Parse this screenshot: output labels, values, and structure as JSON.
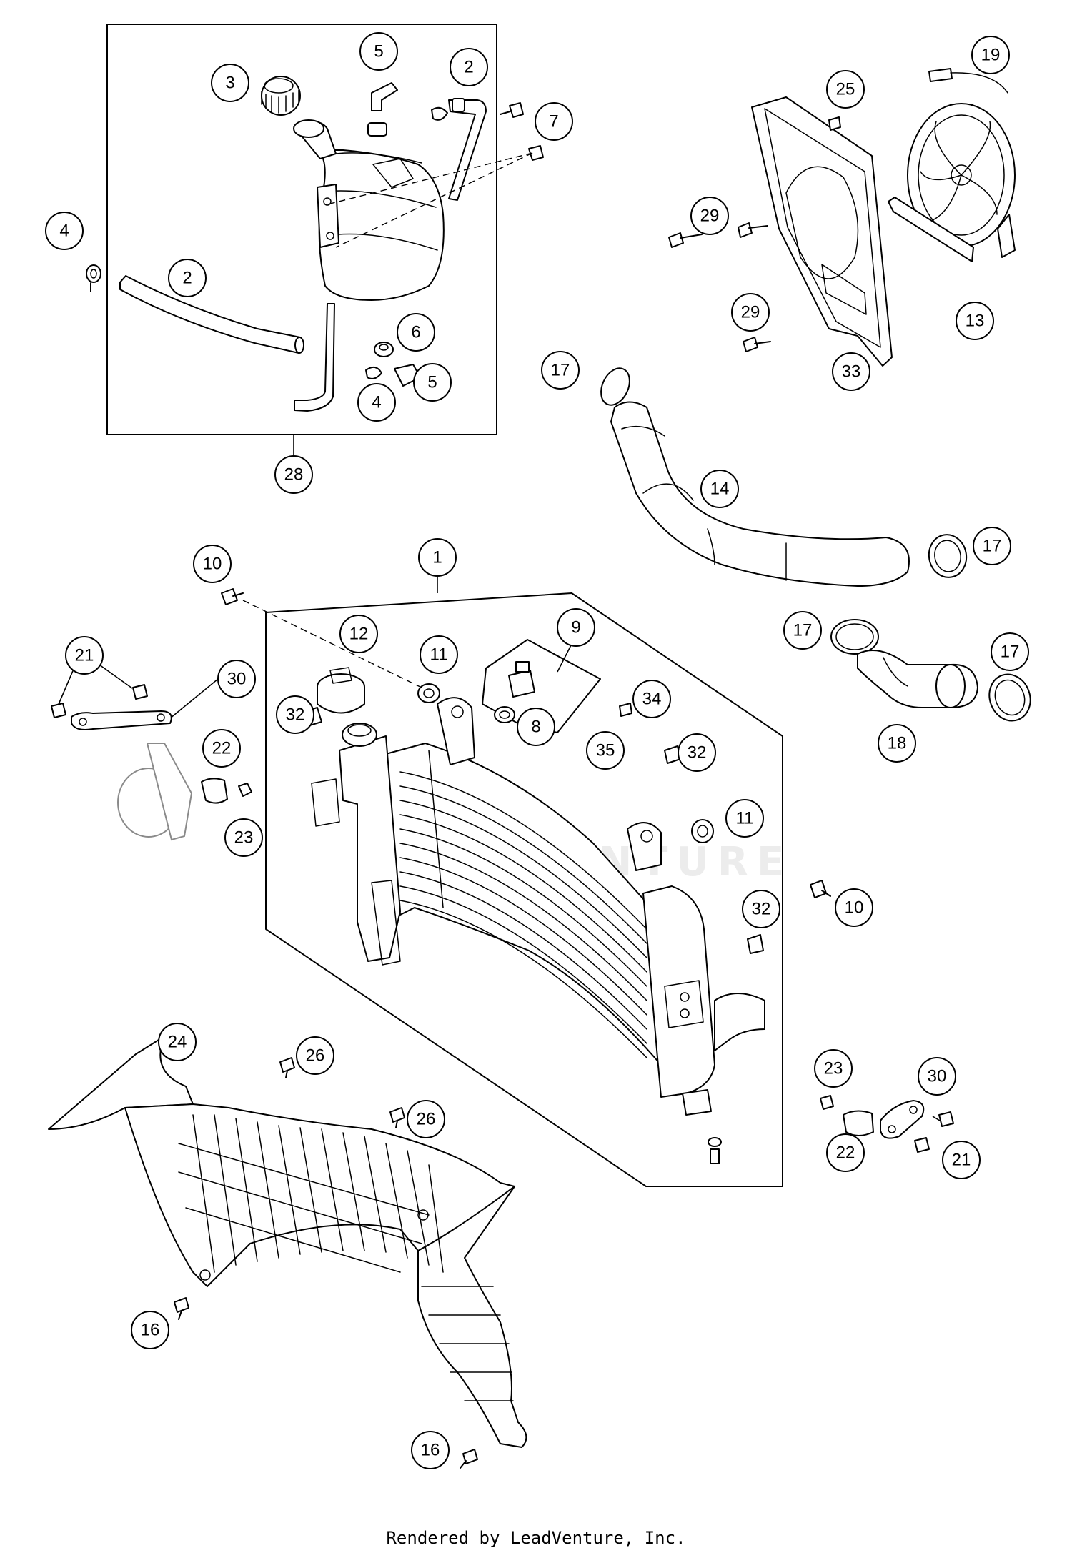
{
  "footer": {
    "credit": "Rendered by LeadVenture, Inc."
  },
  "callouts": [
    {
      "id": "c-3",
      "label": "3"
    },
    {
      "id": "c-5a",
      "label": "5"
    },
    {
      "id": "c-2a",
      "label": "2"
    },
    {
      "id": "c-7",
      "label": "7"
    },
    {
      "id": "c-4a",
      "label": "4"
    },
    {
      "id": "c-2b",
      "label": "2"
    },
    {
      "id": "c-6",
      "label": "6"
    },
    {
      "id": "c-5b",
      "label": "5"
    },
    {
      "id": "c-4b",
      "label": "4"
    },
    {
      "id": "c-28",
      "label": "28"
    },
    {
      "id": "c-25",
      "label": "25"
    },
    {
      "id": "c-19",
      "label": "19"
    },
    {
      "id": "c-29a",
      "label": "29"
    },
    {
      "id": "c-29b",
      "label": "29"
    },
    {
      "id": "c-13",
      "label": "13"
    },
    {
      "id": "c-33",
      "label": "33"
    },
    {
      "id": "c-17a",
      "label": "17"
    },
    {
      "id": "c-14",
      "label": "14"
    },
    {
      "id": "c-17b",
      "label": "17"
    },
    {
      "id": "c-17c",
      "label": "17"
    },
    {
      "id": "c-17d",
      "label": "17"
    },
    {
      "id": "c-18",
      "label": "18"
    },
    {
      "id": "c-1",
      "label": "1"
    },
    {
      "id": "c-10a",
      "label": "10"
    },
    {
      "id": "c-12",
      "label": "12"
    },
    {
      "id": "c-11a",
      "label": "11"
    },
    {
      "id": "c-9",
      "label": "9"
    },
    {
      "id": "c-8",
      "label": "8"
    },
    {
      "id": "c-34",
      "label": "34"
    },
    {
      "id": "c-35",
      "label": "35"
    },
    {
      "id": "c-32a",
      "label": "32"
    },
    {
      "id": "c-32b",
      "label": "32"
    },
    {
      "id": "c-11b",
      "label": "11"
    },
    {
      "id": "c-10b",
      "label": "10"
    },
    {
      "id": "c-32c",
      "label": "32"
    },
    {
      "id": "c-21a",
      "label": "21"
    },
    {
      "id": "c-30a",
      "label": "30"
    },
    {
      "id": "c-22a",
      "label": "22"
    },
    {
      "id": "c-23a",
      "label": "23"
    },
    {
      "id": "c-24",
      "label": "24"
    },
    {
      "id": "c-26a",
      "label": "26"
    },
    {
      "id": "c-26b",
      "label": "26"
    },
    {
      "id": "c-16a",
      "label": "16"
    },
    {
      "id": "c-16b",
      "label": "16"
    },
    {
      "id": "c-23b",
      "label": "23"
    },
    {
      "id": "c-30b",
      "label": "30"
    },
    {
      "id": "c-22b",
      "label": "22"
    },
    {
      "id": "c-21b",
      "label": "21"
    }
  ]
}
